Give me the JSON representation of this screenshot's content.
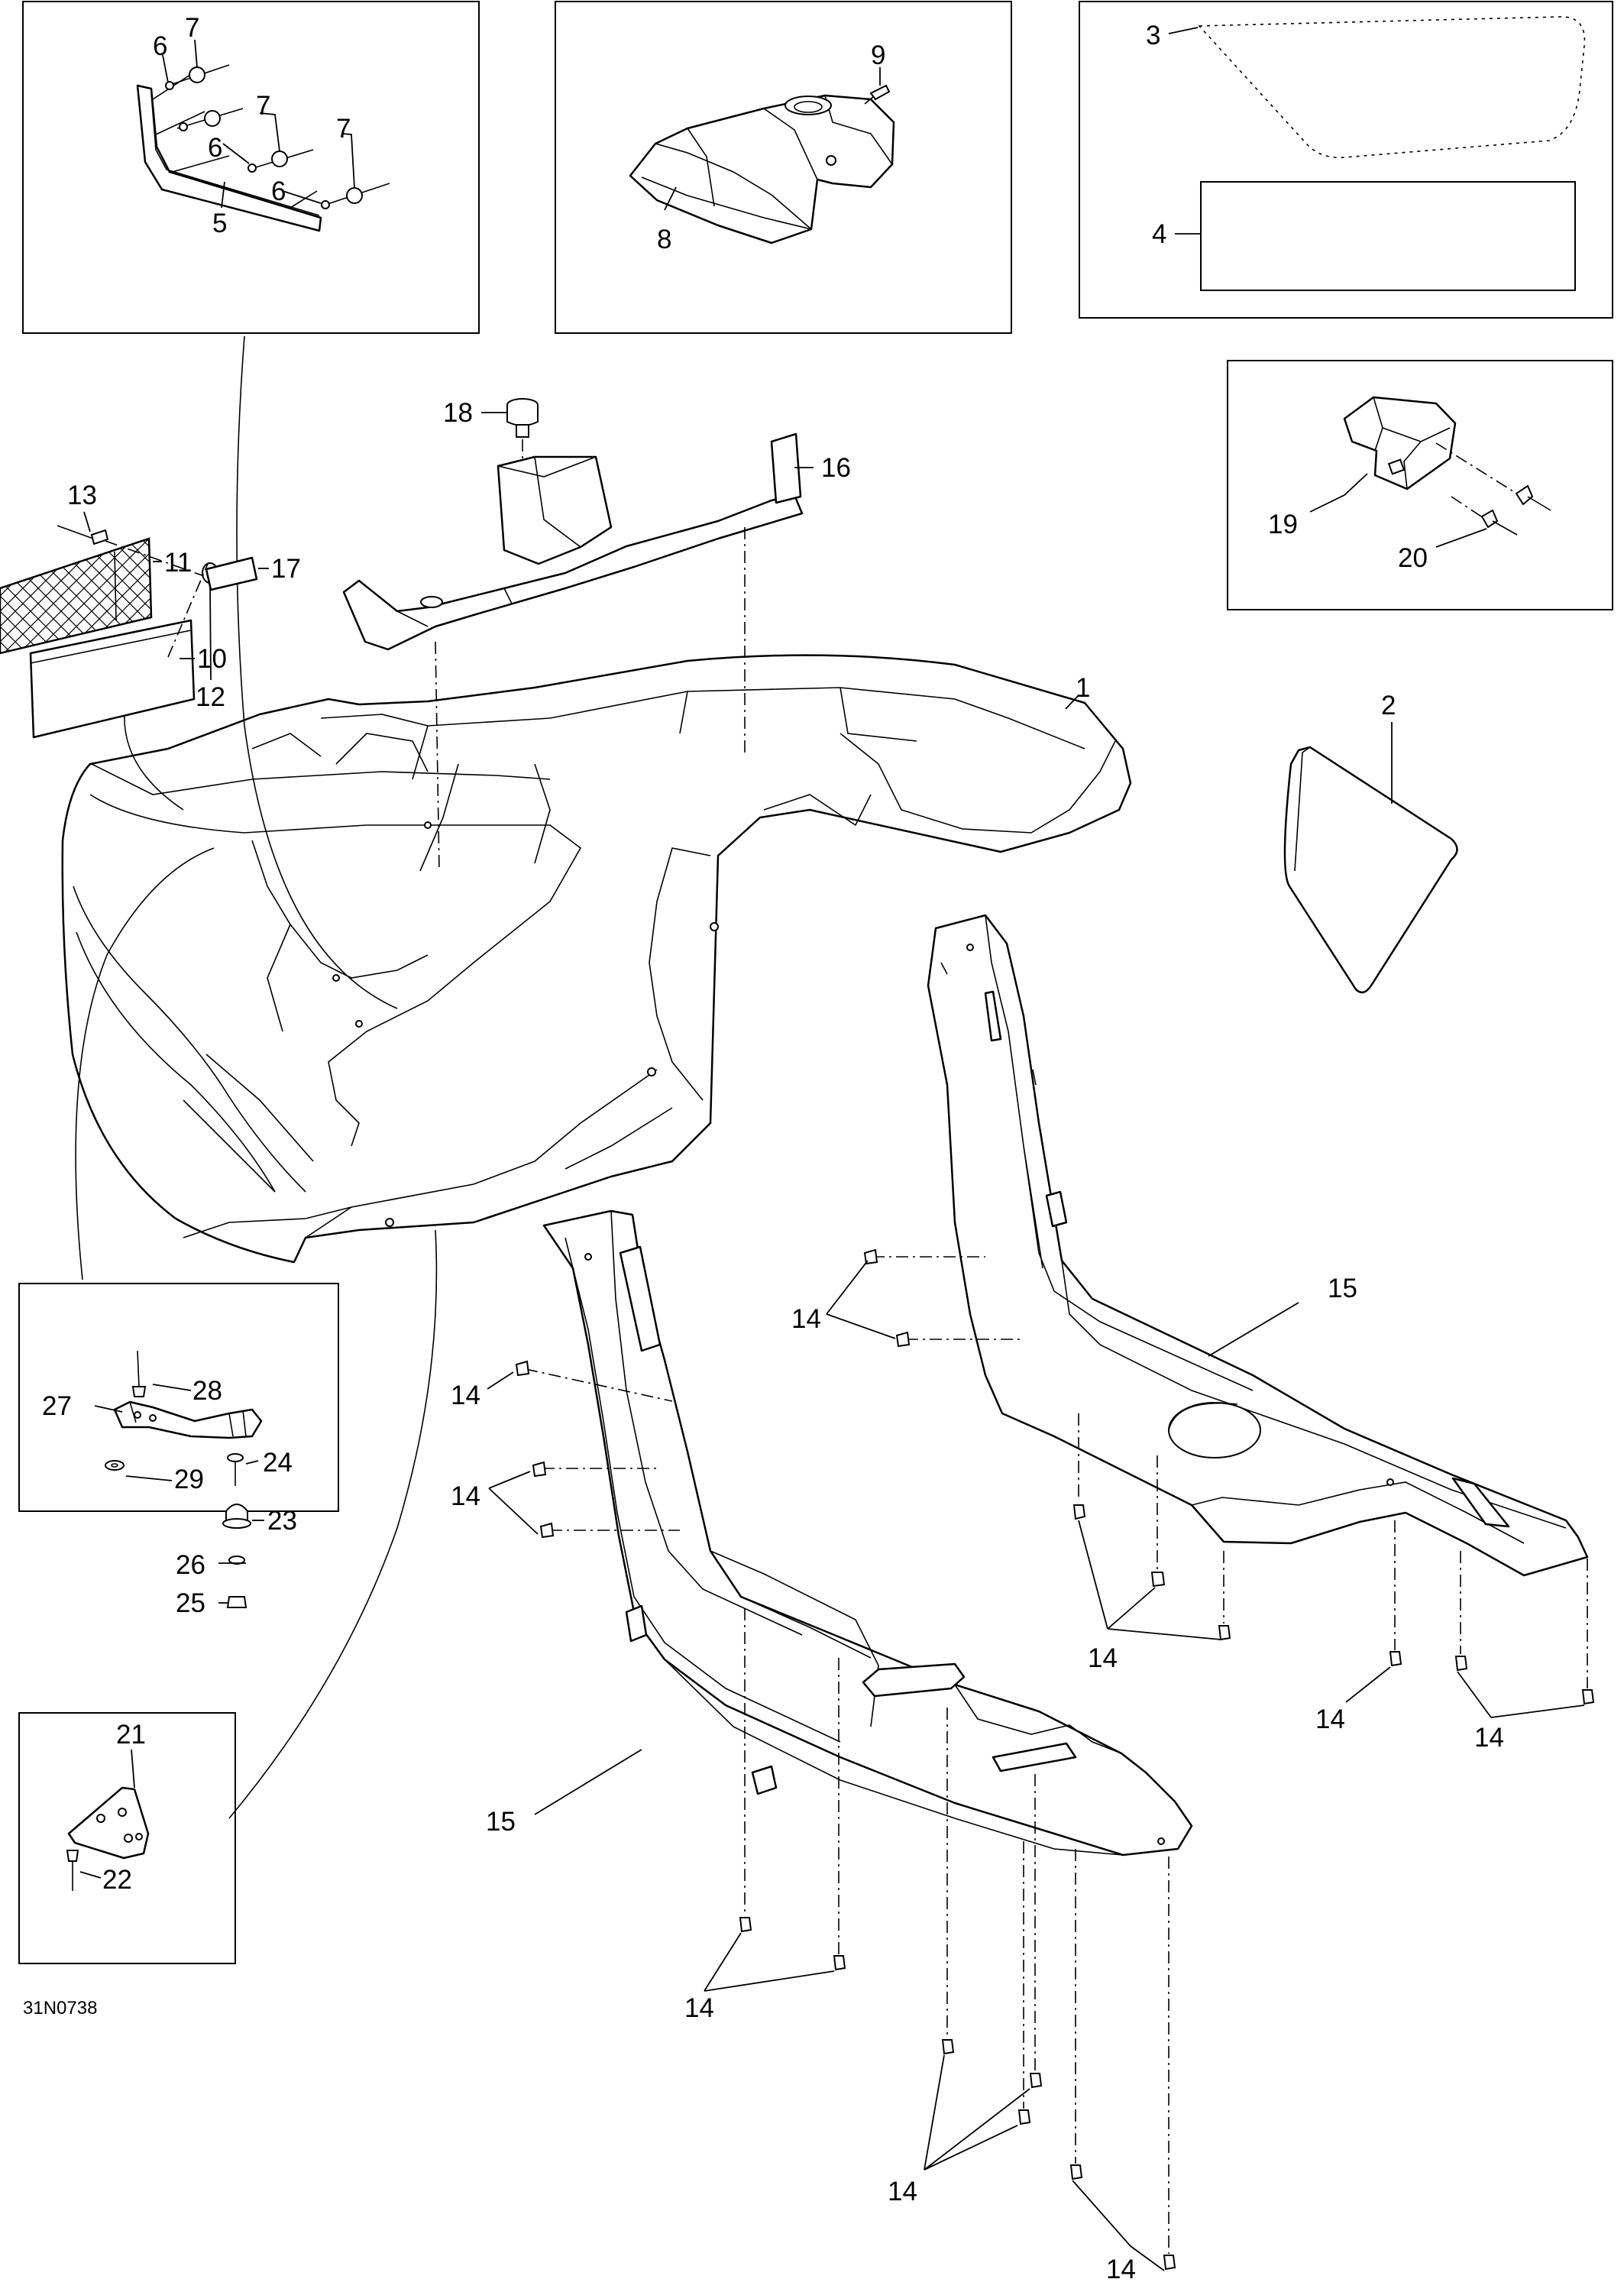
{
  "diagram": {
    "drawing_code": "31N0738",
    "labels": {
      "p1": "1",
      "p2": "2",
      "p3": "3",
      "p4": "4",
      "p5": "5",
      "p6": "6",
      "p7": "7",
      "p8": "8",
      "p9": "9",
      "p10": "10",
      "p11": "11",
      "p12": "12",
      "p13": "13",
      "p14": "14",
      "p15": "15",
      "p16": "16",
      "p17": "17",
      "p18": "18",
      "p19": "19",
      "p20": "20",
      "p21": "21",
      "p22": "22",
      "p23": "23",
      "p24": "24",
      "p25": "25",
      "p26": "26",
      "p27": "27",
      "p28": "28",
      "p29": "29"
    }
  }
}
